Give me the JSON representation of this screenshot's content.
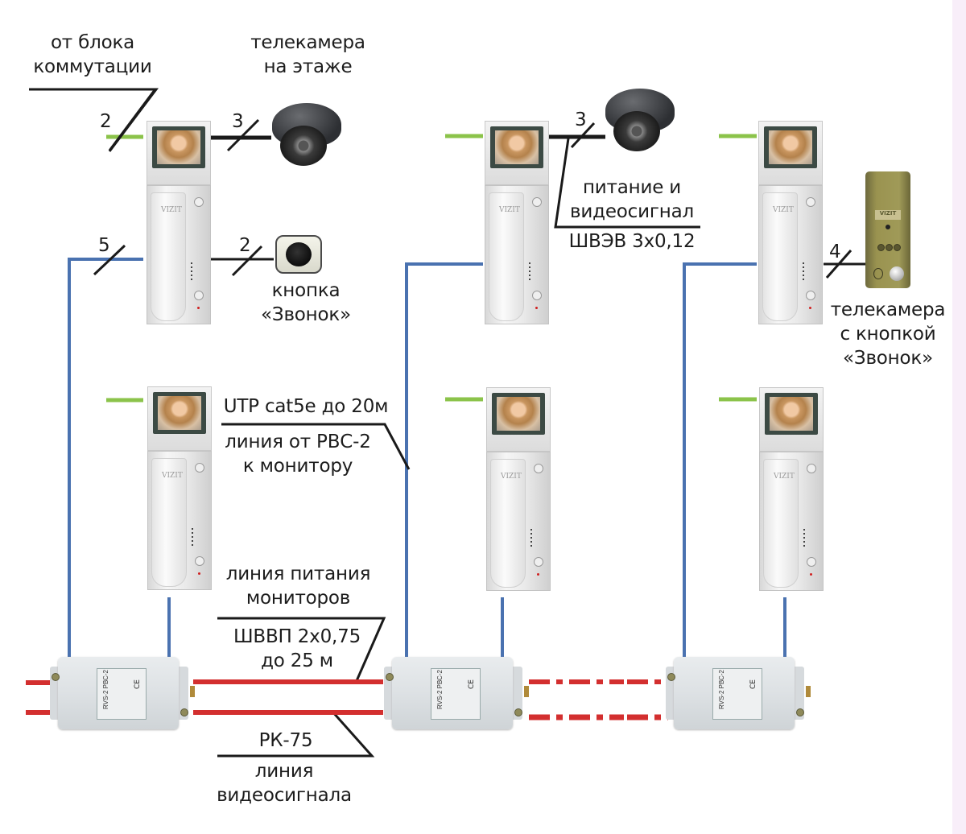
{
  "diagram": {
    "title": "",
    "colors": {
      "floor_bus_line": "#8bc34a",
      "utp_line": "#4a72b0",
      "coax_power_line": "#d32f2f",
      "annotation_line": "#1a1a1a",
      "side_strip": "#f8eef9"
    },
    "labels": {
      "from_switch_block": [
        "от блока",
        "коммутации"
      ],
      "floor_camera": [
        "телекамера",
        "на этаже"
      ],
      "bell_button": [
        "кнопка",
        "«Звонок»"
      ],
      "camera_power_video": [
        "питание и",
        "видеосигнал"
      ],
      "camera_cable": "ШВЭВ 3х0,12",
      "panel_camera": [
        "телекамера",
        "с кнопкой",
        "«Звонок»"
      ],
      "utp": "UTP cat5e до 20м",
      "rvs_to_monitor": [
        "линия от РВС-2",
        "к монитору"
      ],
      "power_line": [
        "линия питания",
        "мониторов"
      ],
      "power_cable": [
        "ШВВП 2х0,75",
        "до 25 м"
      ],
      "coax_cable": "РК-75",
      "video_line": [
        "линия",
        "видеосигнала"
      ]
    },
    "wire_counts": {
      "from_switch_block": "2",
      "floor_camera_1": "3",
      "bell_button": "2",
      "utp_monitor_1": "5",
      "floor_camera_2": "3",
      "panel_camera": "4"
    },
    "devices": {
      "monitor_logo": "VIZIT",
      "box_label": "RVS-2  РВС-2",
      "box_ce": "CE",
      "panel_logo": "VIZIT",
      "monitors": [
        {
          "id": "monitor-1-top"
        },
        {
          "id": "monitor-2-top"
        },
        {
          "id": "monitor-3-top"
        },
        {
          "id": "monitor-1-bottom"
        },
        {
          "id": "monitor-2-bottom"
        },
        {
          "id": "monitor-3-bottom"
        }
      ],
      "switch_boxes": [
        {
          "id": "rvs-box-1"
        },
        {
          "id": "rvs-box-2"
        },
        {
          "id": "rvs-box-3"
        }
      ]
    }
  }
}
